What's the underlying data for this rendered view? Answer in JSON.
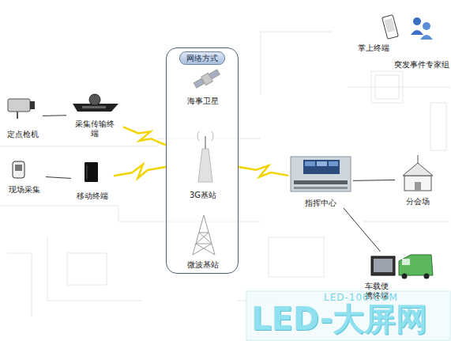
{
  "diagram": {
    "nodes": [
      {
        "text": [
          "定点枪机"
        ]
      },
      {
        "text": [
          "采集传输终端"
        ]
      },
      {
        "text": [
          "现场采集"
        ]
      },
      {
        "text": [
          "移动终端"
        ]
      },
      {
        "text": [
          "网络方式"
        ]
      },
      {
        "text": [
          "海事卫星"
        ],
        "in": 4
      },
      {
        "text": [
          "3G基站"
        ],
        "in": 4
      },
      {
        "text": [
          "微波基站"
        ],
        "in": 4
      },
      {
        "text": [
          "指挥中心"
        ]
      },
      {
        "text": [
          "掌上终端"
        ]
      },
      {
        "text": [
          "突发事件专家组"
        ]
      },
      {
        "text": [
          "分会场"
        ]
      },
      {
        "text": [
          "车载便携终端"
        ]
      }
    ],
    "edges": [
      {
        "from": 0,
        "to": 1,
        "arrow": "none"
      },
      {
        "from": 2,
        "to": 3,
        "arrow": "none"
      },
      {
        "from": 1,
        "to": 4,
        "arrow": "none"
      },
      {
        "from": 3,
        "to": 4,
        "arrow": "none"
      },
      {
        "from": 4,
        "to": 8,
        "arrow": "none"
      },
      {
        "from": 8,
        "to": 11,
        "arrow": "none"
      },
      {
        "from": 8,
        "to": 12,
        "arrow": "none"
      }
    ],
    "labels": [
      "LED-100.COM",
      "LED-大屏网"
    ]
  }
}
